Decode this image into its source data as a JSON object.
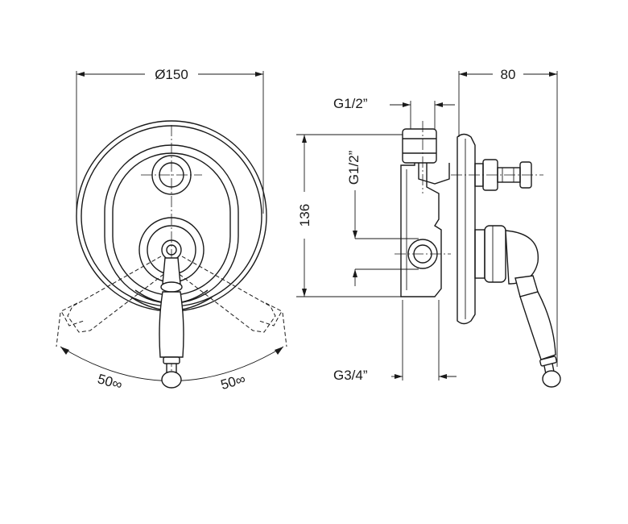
{
  "front_view": {
    "diameter_label": "Ø150",
    "angle_left_label": "50∞",
    "angle_right_label": "50∞"
  },
  "side_view": {
    "depth_label": "80",
    "height_label": "136",
    "top_connection_label": "G1/2”",
    "vertical_connection_label": "G1/2”",
    "bottom_connection_label": "G3/4”"
  }
}
